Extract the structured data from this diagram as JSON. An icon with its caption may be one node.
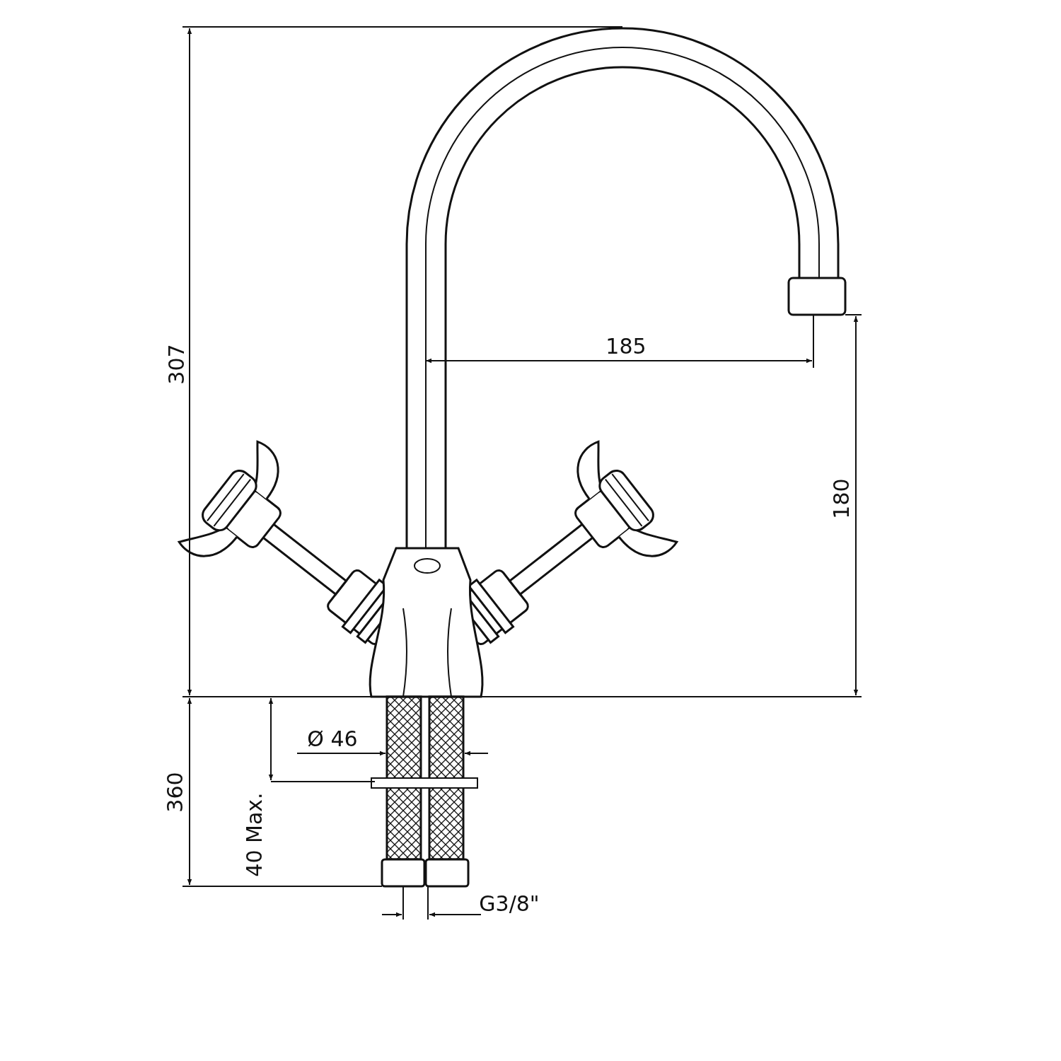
{
  "diagram": {
    "labels": [
      "307",
      "185",
      "180",
      "Ø 46",
      "360",
      "40 Max.",
      "G3/8\""
    ]
  }
}
